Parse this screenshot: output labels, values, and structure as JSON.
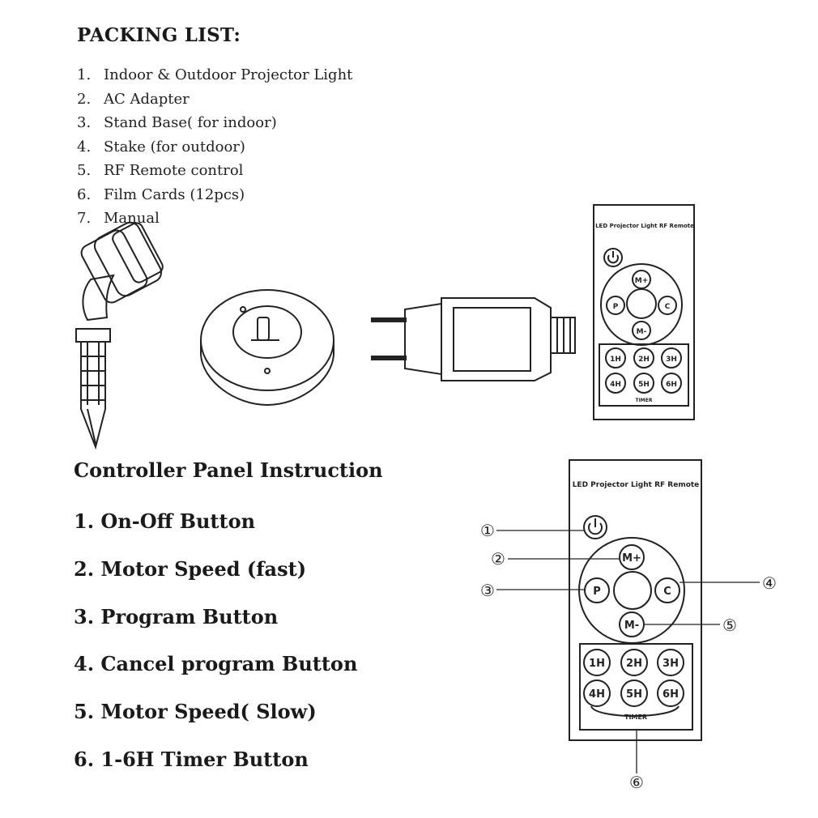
{
  "packing": {
    "title": "PACKING LIST:",
    "items": [
      {
        "num": "1.",
        "label": "Indoor & Outdoor Projector Light"
      },
      {
        "num": "2.",
        "label": "AC Adapter"
      },
      {
        "num": "3.",
        "label": "Stand Base( for indoor)"
      },
      {
        "num": "4.",
        "label": "Stake (for outdoor)"
      },
      {
        "num": "5.",
        "label": "RF Remote control"
      },
      {
        "num": "6.",
        "label": "Film Cards (12pcs)"
      },
      {
        "num": "7.",
        "label": "Manual"
      }
    ]
  },
  "controller": {
    "title": "Controller Panel Instruction",
    "items": [
      {
        "label": "1. On-Off Button"
      },
      {
        "label": "2. Motor Speed (fast)"
      },
      {
        "label": "3. Program Button"
      },
      {
        "label": "4. Cancel program Button"
      },
      {
        "label": "5. Motor Speed( Slow)"
      },
      {
        "label": "6. 1-6H Timer Button"
      }
    ]
  },
  "remote": {
    "title": "LED Projector Light RF Remote",
    "power_symbol": "⏻",
    "m_plus": "M+",
    "m_minus": "M-",
    "p": "P",
    "c": "C",
    "timers": [
      "1H",
      "2H",
      "3H",
      "4H",
      "5H",
      "6H"
    ],
    "timer_label": "TIMER"
  },
  "callouts": [
    "①",
    "②",
    "③",
    "④",
    "⑤",
    "⑥"
  ]
}
